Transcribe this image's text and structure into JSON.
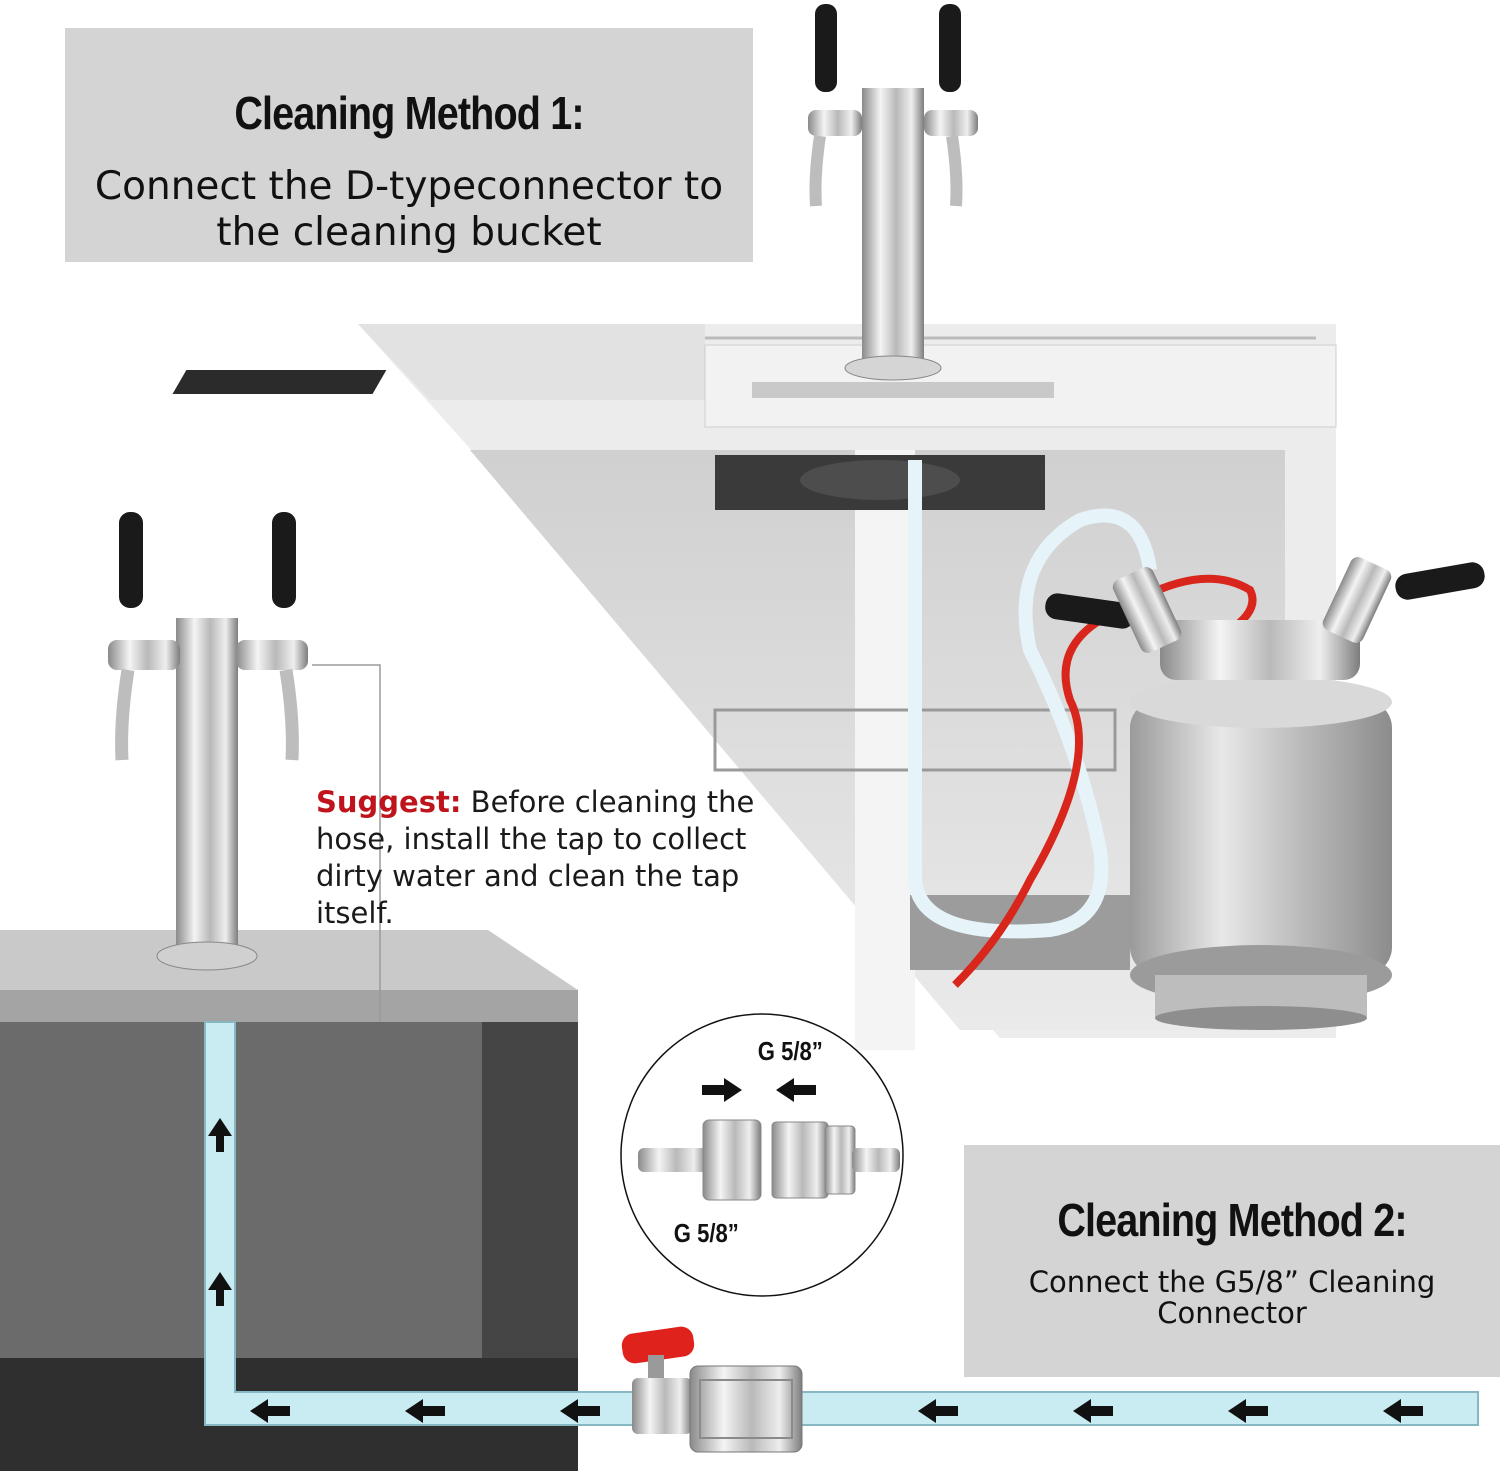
{
  "method1": {
    "title": "Cleaning Method 1:",
    "text": "Connect the D-typeconnector to the cleaning bucket"
  },
  "suggestion": {
    "lead": "Suggest:",
    "text": " Before cleaning the hose, install the tap to collect dirty water and clean the tap itself."
  },
  "connector": {
    "label_top": "G 5/8”",
    "label_bottom": "G 5/8”"
  },
  "method2": {
    "title": "Cleaning Method 2:",
    "text": "Connect the G5/8” Cleaning Connector"
  },
  "colors": {
    "label_box": "#d4d4d4",
    "suggest_accent": "#c0141c",
    "water": "#c8ecf2",
    "hose_red": "#d9261c",
    "valve_handle": "#e0221c"
  },
  "icons": [
    "beer-tower-icon",
    "tap-handle-icon",
    "keg-icon",
    "flow-arrow-icon",
    "ball-valve-icon",
    "connector-fitting-icon"
  ]
}
